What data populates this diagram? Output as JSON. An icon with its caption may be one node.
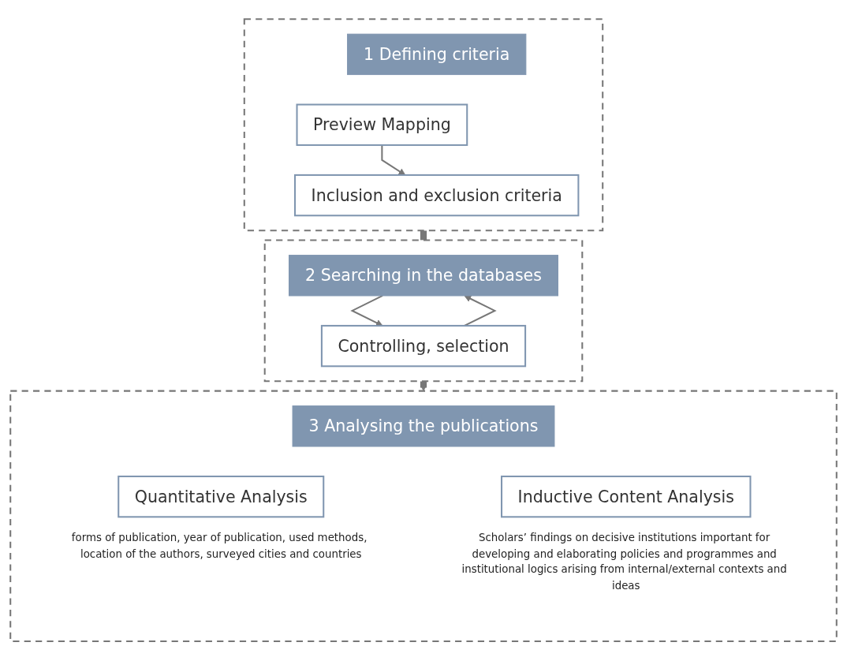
{
  "diagram": {
    "nodes": [
      {
        "text": [],
        "shape": "box"
      },
      {
        "text": [
          "1 Defining criteria"
        ],
        "in": 0
      },
      {
        "text": [
          "Preview Mapping"
        ],
        "in": 0
      },
      {
        "text": [
          "Inclusion and exclusion criteria"
        ],
        "in": 0
      },
      {
        "text": [],
        "shape": "box"
      },
      {
        "text": [
          "2 Searching in the databases"
        ],
        "in": 4
      },
      {
        "text": [
          "Controlling, selection"
        ],
        "in": 4
      },
      {
        "text": [],
        "shape": "box"
      },
      {
        "text": [
          "3 Analysing the publications"
        ],
        "in": 7
      },
      {
        "text": [
          "Quantitative Analysis"
        ],
        "in": 7,
        "beside": [
          "forms of publication, year of publication, used methods, location of the authors, surveyed cities and countries"
        ]
      },
      {
        "text": [
          "Inductive Content Analysis"
        ],
        "in": 7,
        "beside": [
          "Scholars’ findings on decisive institutions important for developing and elaborating policies and programmes and institutional logics arising from internal/external contexts and ideas"
        ]
      }
    ],
    "edges": [
      {
        "from": 2,
        "to": 3,
        "arrow": "to"
      },
      {
        "from": 0,
        "to": 4,
        "arrow": "none",
        "style": "thick"
      },
      {
        "from": 5,
        "to": 6,
        "arrow": "to"
      },
      {
        "from": 6,
        "to": 5,
        "arrow": "to"
      },
      {
        "from": 4,
        "to": 7,
        "arrow": "to",
        "style": "thick"
      }
    ]
  }
}
